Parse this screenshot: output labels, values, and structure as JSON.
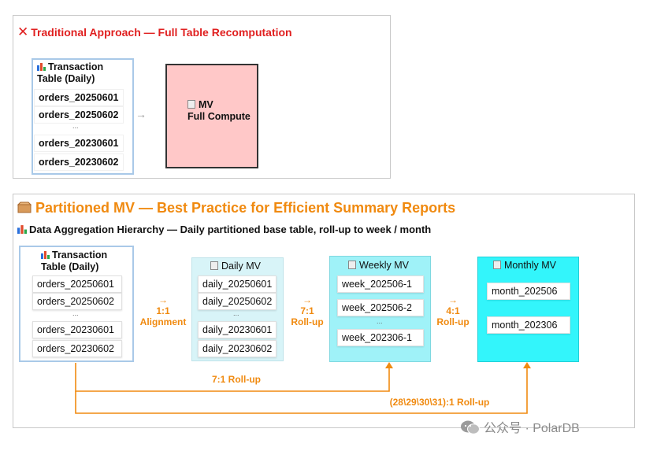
{
  "top": {
    "title": "Traditional Approach — Full Table Recomputation",
    "title_icon": "red-x-icon",
    "table_title_l1": "Transaction",
    "table_title_l2": "Table (Daily)",
    "rows": [
      "orders_20250601",
      "orders_20250602",
      "...",
      "orders_20230601",
      "orders_20230602"
    ],
    "arrow": "→",
    "mv_l1": "MV",
    "mv_l2": "Full Compute"
  },
  "bottom": {
    "title": "Partitioned MV — Best Practice for Efficient Summary Reports",
    "title_icon": "box-icon",
    "subtitle": "Data Aggregation Hierarchy — Daily partitioned base table, roll-up to week / month",
    "subtitle_icon": "bar-chart-icon",
    "table": {
      "title_l1": "Transaction",
      "title_l2": "Table (Daily)",
      "rows": [
        "orders_20250601",
        "orders_20250602",
        "...",
        "orders_20230601",
        "orders_20230602"
      ]
    },
    "daily": {
      "title": "Daily MV",
      "rows": [
        "daily_20250601",
        "daily_20250602",
        "...",
        "daily_20230601",
        "daily_20230602"
      ]
    },
    "weekly": {
      "title": "Weekly MV",
      "rows": [
        "week_202506-1",
        "week_202506-2",
        "...",
        "week_202306-1"
      ]
    },
    "monthly": {
      "title": "Monthly MV",
      "rows": [
        "month_202506",
        "month_202306"
      ]
    },
    "flow1": {
      "arrow": "→",
      "ratio": "1:1",
      "label": "Alignment"
    },
    "flow2": {
      "arrow": "→",
      "ratio": "7:1",
      "label": "Roll-up"
    },
    "flow3": {
      "arrow": "→",
      "ratio": "4:1",
      "label": "Roll-up"
    },
    "skip_week": "7:1 Roll-up",
    "skip_month": "(28\\29\\30\\31):1 Roll-up"
  },
  "watermark": "公众号 · PolarDB",
  "colors": {
    "accent": "#f08a10",
    "red": "#e02020",
    "mv_full_fill": "#ffc8c8",
    "daily_fill": "#d8f4f8",
    "weekly_fill": "#9ff2f8",
    "monthly_fill": "#33f5fb",
    "table_border": "#a9c9e8"
  }
}
